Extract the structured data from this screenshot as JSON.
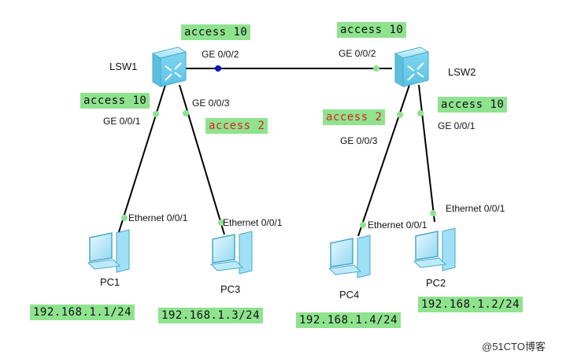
{
  "devices": {
    "lsw1": "LSW1",
    "lsw2": "LSW2",
    "pc1": "PC1",
    "pc2": "PC2",
    "pc3": "PC3",
    "pc4": "PC4"
  },
  "ports": {
    "lsw1_ge002": "GE 0/0/2",
    "lsw2_ge002": "GE 0/0/2",
    "lsw1_ge001": "GE 0/0/1",
    "lsw1_ge003": "GE 0/0/3",
    "lsw2_ge003": "GE 0/0/3",
    "lsw2_ge001": "GE 0/0/1",
    "pc1_eth": "Ethernet 0/0/1",
    "pc3_eth": "Ethernet 0/0/1",
    "pc4_eth": "Ethernet 0/0/1",
    "pc2_eth": "Ethernet 0/0/1"
  },
  "vlan_tags": {
    "trunk_lsw1": "access 10",
    "trunk_lsw2": "access 10",
    "lsw1_ge001": "access 10",
    "lsw1_ge003": "access 2",
    "lsw2_ge003": "access 2",
    "lsw2_ge001": "access 10"
  },
  "ip_addresses": {
    "pc1": "192.168.1.1/24",
    "pc3": "192.168.1.3/24",
    "pc4": "192.168.1.4/24",
    "pc2": "192.168.1.2/24"
  },
  "watermark": "@51CTO博客",
  "colors": {
    "tag_green": "#8fe38f",
    "tag_red_text": "#e02020",
    "port_dot_green": "#8fe38f",
    "port_dot_blue": "#1010c0",
    "device_blue": "#7fd6f0",
    "link": "#000000"
  }
}
